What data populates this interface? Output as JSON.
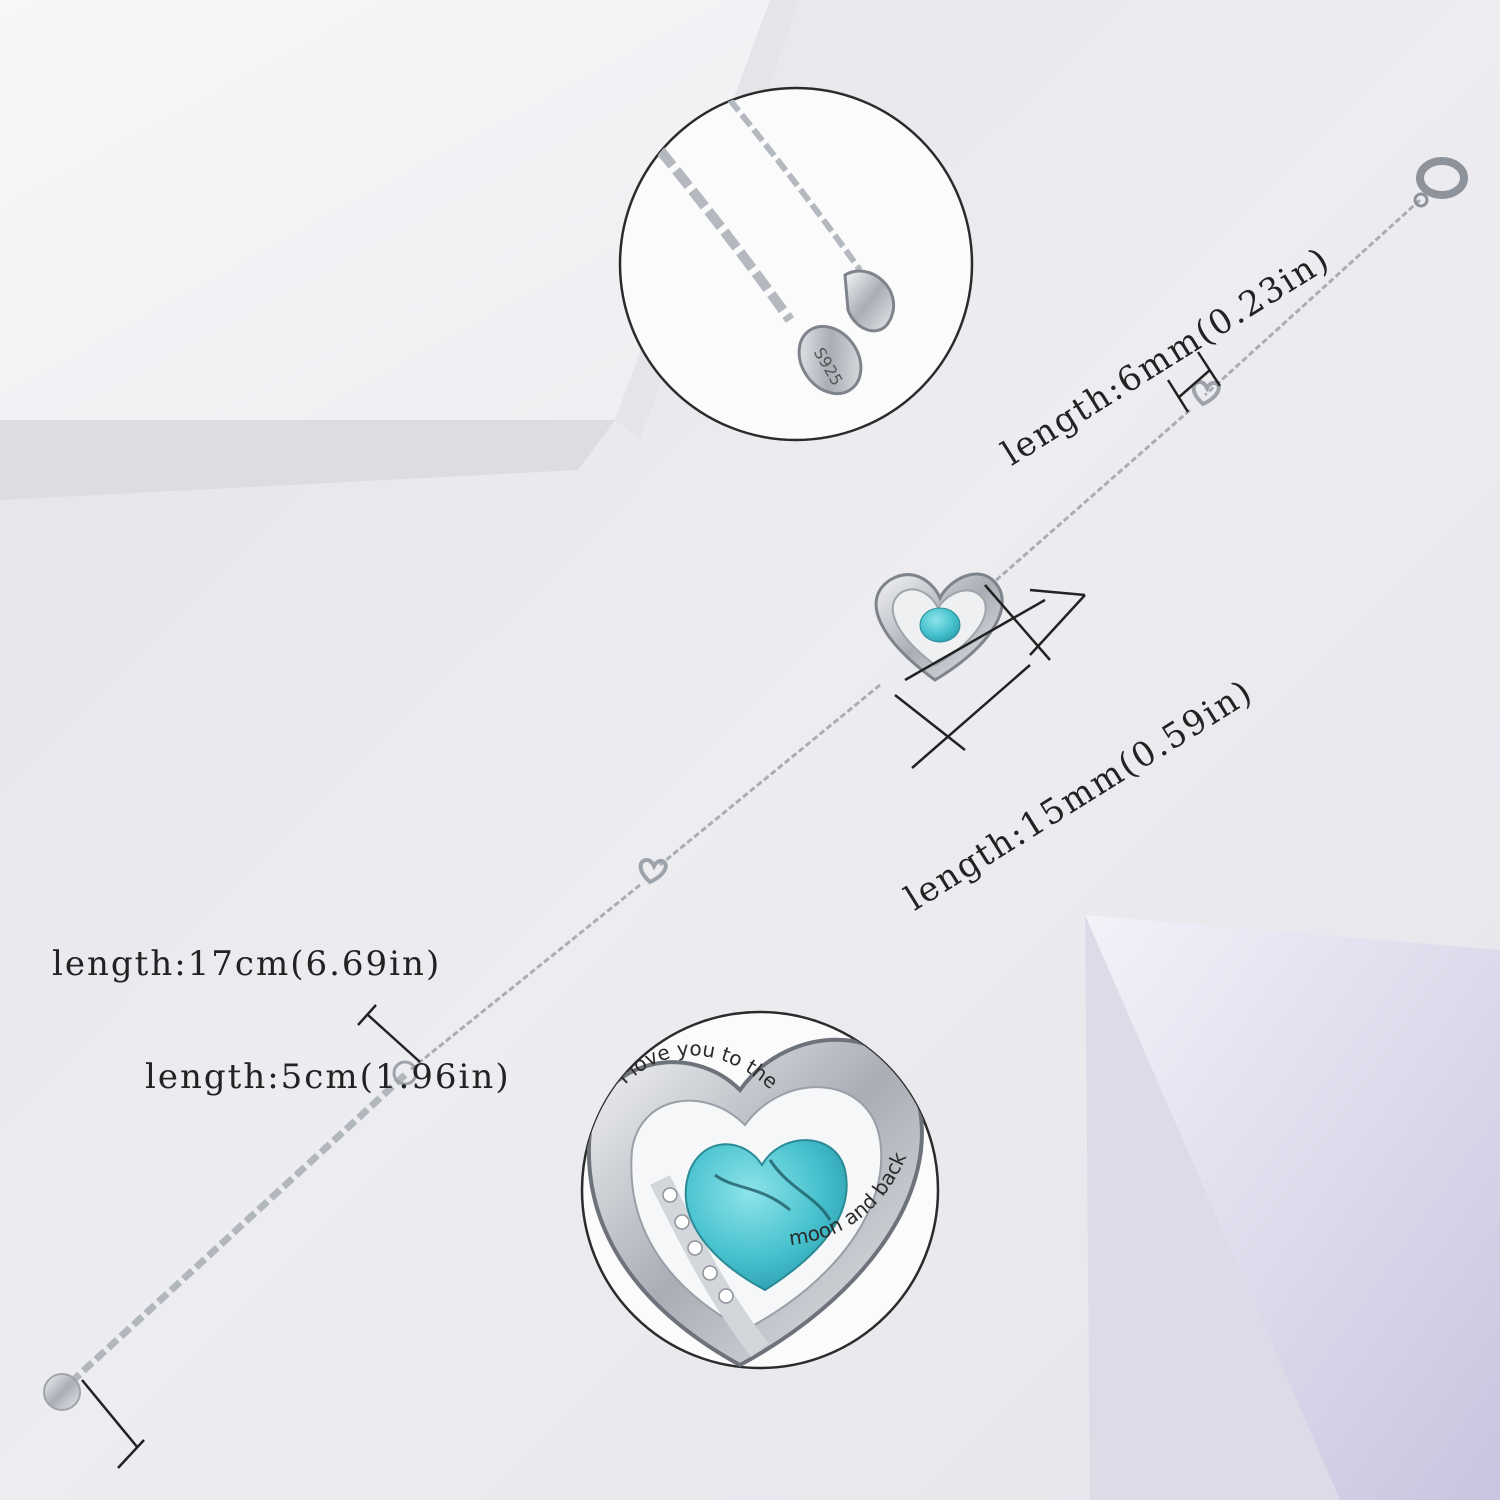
{
  "labels": {
    "charm_length": "length:6mm(0.23in)",
    "pendant_length": "length:15mm(0.59in)",
    "chain_length": "length:17cm(6.69in)",
    "extender_length": "length:5cm(1.96in)"
  },
  "engraving": {
    "line1": "I love you to the",
    "line2": "moon and back"
  },
  "stamp": "S925",
  "colors": {
    "background": "#e9eaee",
    "silver": "#b8bcc4",
    "turquoise": "#49c3cf"
  }
}
